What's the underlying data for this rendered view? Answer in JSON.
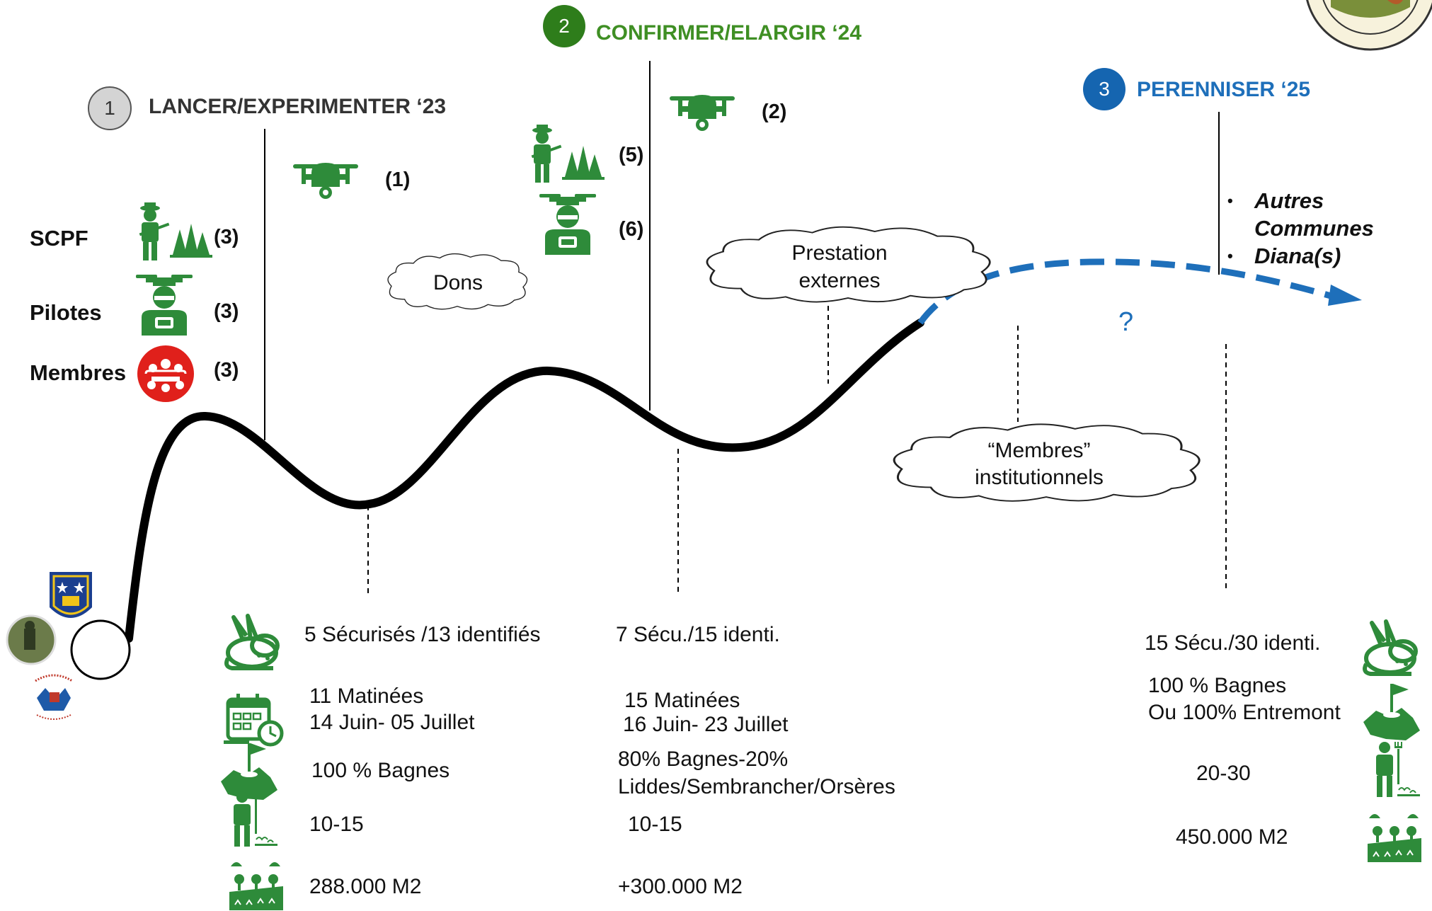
{
  "phases": [
    {
      "number": "1",
      "title": "LANCER/EXPERIMENTER ‘23",
      "color": "#bdbdbd",
      "text_color": "#333333"
    },
    {
      "number": "2",
      "title": "CONFIRMER/ELARGIR ‘24",
      "color": "#2e7d1b",
      "text_color": "#3f8f24"
    },
    {
      "number": "3",
      "title": "PERENNISER ‘25",
      "color": "#1565b0",
      "text_color": "#1e6fba"
    }
  ],
  "roles": [
    {
      "label": "SCPF",
      "count": "(3)",
      "icon": "hunter-icon"
    },
    {
      "label": "Pilotes",
      "count": "(3)",
      "icon": "pilot-icon"
    },
    {
      "label": "Membres",
      "count": "(3)",
      "icon": "members-icon"
    }
  ],
  "counts": {
    "drone1": "(1)",
    "hunter2": "(5)",
    "pilot2": "(6)",
    "drone2": "(2)"
  },
  "clouds": {
    "dons": "Dons",
    "prestation": [
      "Prestation",
      "externes"
    ],
    "membres": [
      "“Membres”",
      "institutionnels"
    ]
  },
  "future": {
    "items": [
      "Autres",
      "Communes",
      "Diana(s)"
    ],
    "question": "?"
  },
  "stats_2023": {
    "fawns": "5 Sécurisés /13 identifiés",
    "days": [
      "11 Matinées",
      "14 Juin- 05 Juillet"
    ],
    "region": "100 % Bagnes",
    "farmers": "10-15",
    "area": "288.000 M2"
  },
  "stats_2024": {
    "fawns": "7 Sécu./15 identi.",
    "days": [
      "15 Matinées",
      "16 Juin- 23 Juillet"
    ],
    "region": [
      "80% Bagnes-20%",
      "Liddes/Sembrancher/Orsères"
    ],
    "farmers": "10-15",
    "area": "+300.000 M2"
  },
  "stats_2025": {
    "fawns": "15 Sécu./30 identi.",
    "region": [
      "100 % Bagnes",
      "Ou 100% Entremont"
    ],
    "farmers": "20-30",
    "area": "450.000 M2"
  },
  "colors": {
    "green": "#2e8b3a",
    "blue": "#1e6fba",
    "red": "#e0201b",
    "black": "#000000"
  }
}
